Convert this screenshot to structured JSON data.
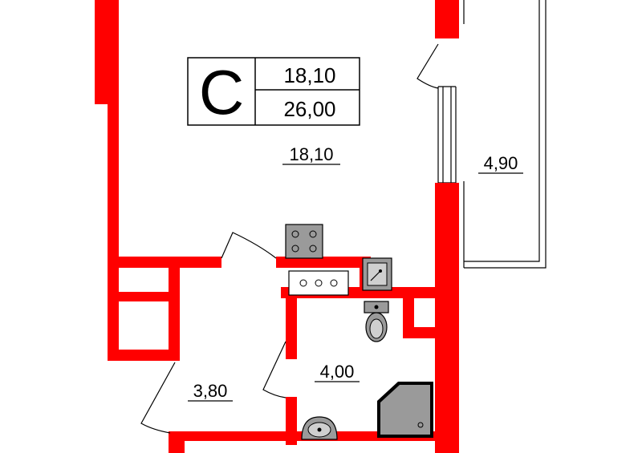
{
  "apartment": {
    "type_letter": "С",
    "living_area": "18,10",
    "total_area": "26,00"
  },
  "rooms": {
    "main_room_area": "18,10",
    "balcony_area": "4,90",
    "hallway_area": "3,80",
    "bathroom_area": "4,00"
  },
  "colors": {
    "walls": "#ff0000",
    "fixtures": "#888888",
    "lines": "#000000"
  },
  "icons": [
    "stove-icon",
    "sink-icon",
    "toilet-icon",
    "shower-icon",
    "washbasin-icon",
    "door-swing-icon"
  ]
}
